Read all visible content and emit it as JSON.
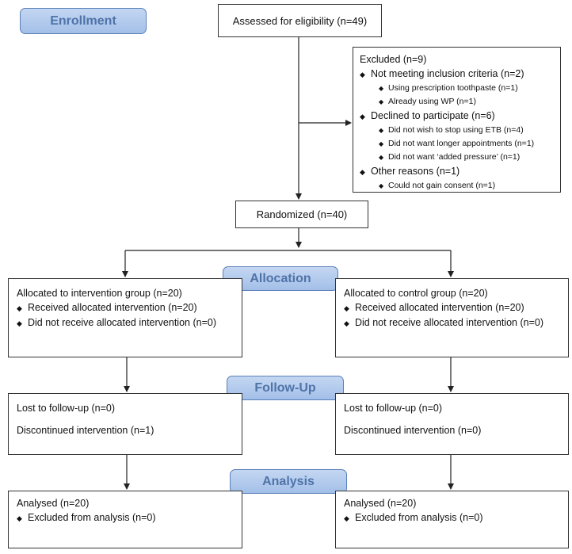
{
  "stages": {
    "enrollment": "Enrollment",
    "allocation": "Allocation",
    "follow_up": "Follow-Up",
    "analysis": "Analysis"
  },
  "assessed": "Assessed for eligibility (n=49)",
  "excluded": {
    "title": "Excluded (n=9)",
    "groups": [
      {
        "label": "Not meeting inclusion criteria (n=2)",
        "items": [
          "Using prescription toothpaste (n=1)",
          "Already using WP (n=1)"
        ]
      },
      {
        "label": "Declined to participate (n=6)",
        "items": [
          "Did not wish to stop using ETB (n=4)",
          "Did not want longer appointments (n=1)",
          "Did not want ‘added pressure’ (n=1)"
        ]
      },
      {
        "label": "Other reasons (n=1)",
        "items": [
          "Could not gain consent (n=1)"
        ]
      }
    ]
  },
  "randomized": "Randomized (n=40)",
  "intervention": {
    "allocated": "Allocated to intervention group (n=20)",
    "received": "Received allocated intervention (n=20)",
    "not_received": "Did not receive allocated intervention (n=0)",
    "lost": "Lost to follow-up (n=0)",
    "discontinued": "Discontinued intervention (n=1)",
    "analysed": "Analysed (n=20)",
    "excluded_analysis": "Excluded from analysis (n=0)"
  },
  "control": {
    "allocated": "Allocated to control group (n=20)",
    "received": "Received allocated intervention (n=20)",
    "not_received": "Did not receive allocated intervention (n=0)",
    "lost": "Lost to follow-up (n=0)",
    "discontinued": "Discontinued intervention (n=0)",
    "analysed": "Analysed (n=20)",
    "excluded_analysis": "Excluded from analysis (n=0)"
  },
  "bullet_glyph": "◆"
}
